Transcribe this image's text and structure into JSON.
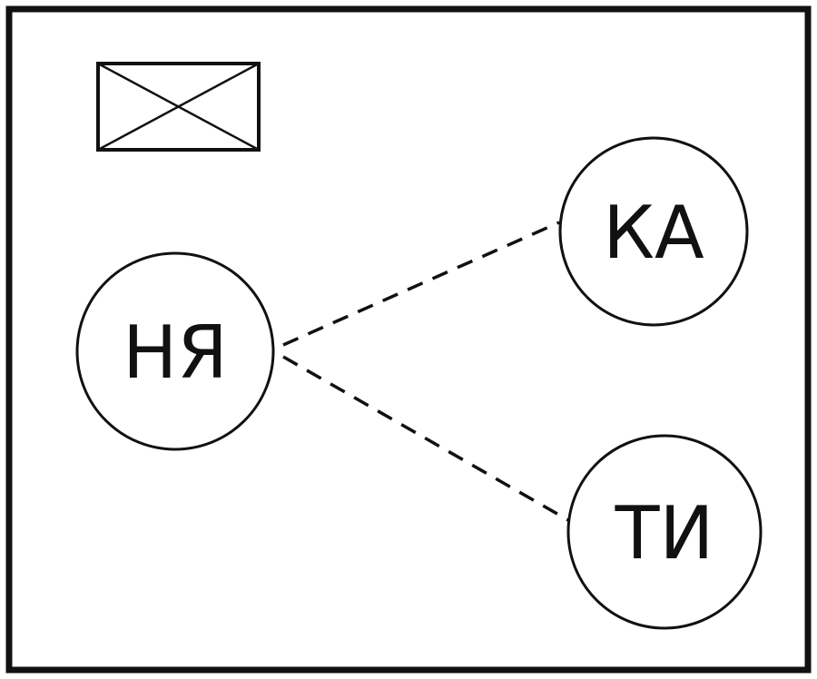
{
  "diagram": {
    "nodes": [
      {
        "id": "ny",
        "label": "НЯ"
      },
      {
        "id": "ka",
        "label": "КА"
      },
      {
        "id": "ti",
        "label": "ТИ"
      }
    ],
    "edges": [
      {
        "from": "ny",
        "to": "ka",
        "style": "dashed"
      },
      {
        "from": "ny",
        "to": "ti",
        "style": "dashed"
      }
    ],
    "placeholder_icon": "crossed-box-icon",
    "colors": {
      "stroke": "#111111",
      "background": "#ffffff"
    }
  }
}
